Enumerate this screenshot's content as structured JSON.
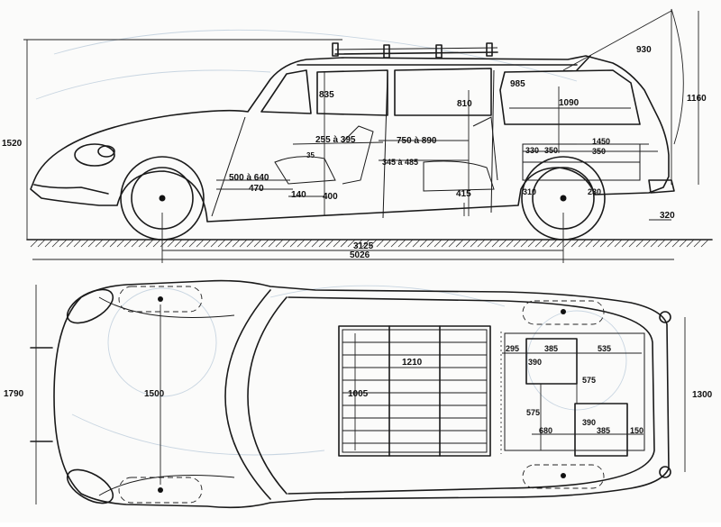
{
  "dimensions": {
    "side": {
      "total_length": "5026",
      "wheelbase": "3125",
      "total_height": "1520",
      "roof_height": "835",
      "rack_height": "985",
      "tailgate_opening": "930",
      "rear_opening_height": "1160",
      "rear_cargo_height": "810",
      "cargo_length_rear": "1090",
      "seat_travel_1": "255 à 395",
      "seat_travel_2": "750 à 890",
      "leg_room_1": "500 à 640",
      "leg_room_2": "345 à 485",
      "seat_height": "470",
      "seat_depth": "140",
      "seat_base": "400",
      "floor_height": "415",
      "jump_seat_back": "330",
      "jump_seat_len": "350",
      "load_length_1": "1450",
      "load_length_2": "350",
      "rear_floor_a": "310",
      "rear_floor_b": "230",
      "rear_overhang": "320",
      "small_tag": "35"
    },
    "top": {
      "width": "1790",
      "front_track": "1500",
      "rear_track": "1300",
      "rack_length": "1210",
      "rack_width": "1005",
      "rear_dim_295": "295",
      "rear_dim_385a": "385",
      "rear_dim_535": "535",
      "rear_dim_390a": "390",
      "rear_dim_575a": "575",
      "rear_dim_575b": "575",
      "rear_dim_390b": "390",
      "rear_dim_680": "680",
      "rear_dim_385b": "385",
      "rear_dim_150": "150"
    }
  },
  "colors": {
    "ink": "#1a1a1a",
    "paper": "#fbfbfa",
    "ghost": "#9fb7cc"
  }
}
